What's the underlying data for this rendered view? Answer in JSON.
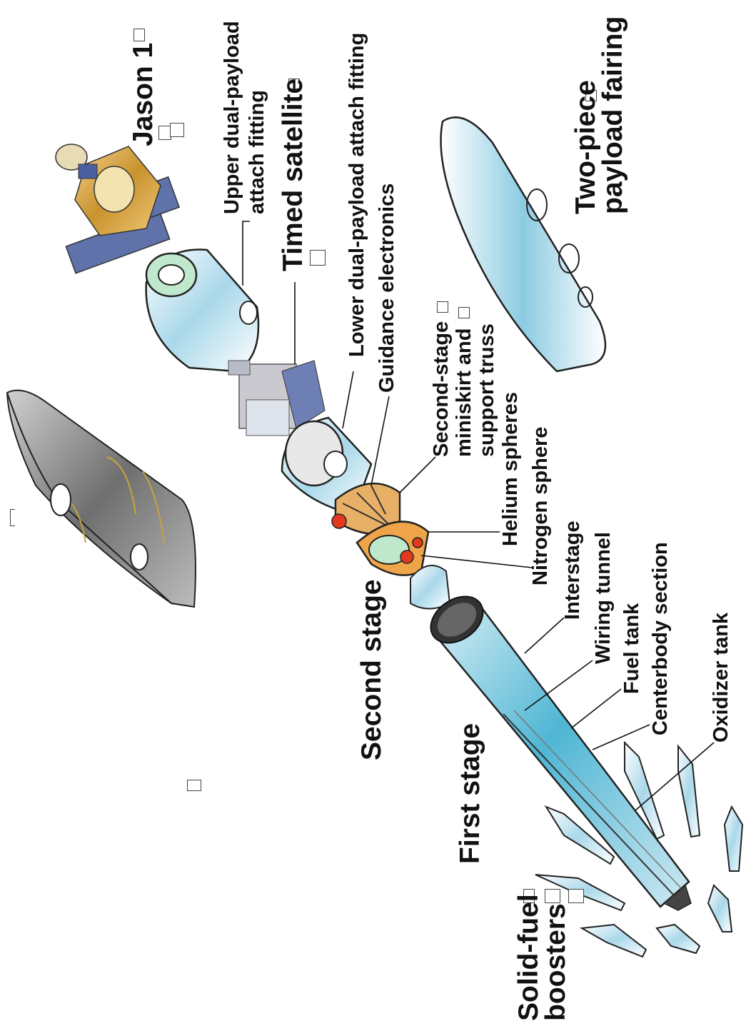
{
  "labels": {
    "jason": "Jason 1",
    "upper_fitting_1": "Upper dual-payload",
    "upper_fitting_2": "attach fitting",
    "timed": "Timed satellite",
    "lower_fitting": "Lower dual-payload attach fitting",
    "guidance": "Guidance electronics",
    "miniskirt_1": "Second-stage",
    "miniskirt_2": "miniskirt and",
    "miniskirt_3": "support truss",
    "helium": "Helium spheres",
    "nitrogen": "Nitrogen sphere",
    "interstage": "Interstage",
    "wiring": "Wiring tunnel",
    "fuel": "Fuel tank",
    "centerbody": "Centerbody section",
    "oxidizer": "Oxidizer tank",
    "fairing_1": "Two-piece",
    "fairing_2": "payload fairing",
    "second_stage": "Second stage",
    "first_stage": "First stage",
    "boosters_1": "Solid-fuel",
    "boosters_2": "boosters"
  },
  "colors": {
    "metal_blue": "#bfe0ee",
    "tank_blue": "#5fbfd8",
    "orange": "#f0a44a",
    "red": "#e23a1e",
    "mint": "#bfe8cc",
    "gold": "#d9a64a",
    "panel": "#6e7fb5"
  }
}
